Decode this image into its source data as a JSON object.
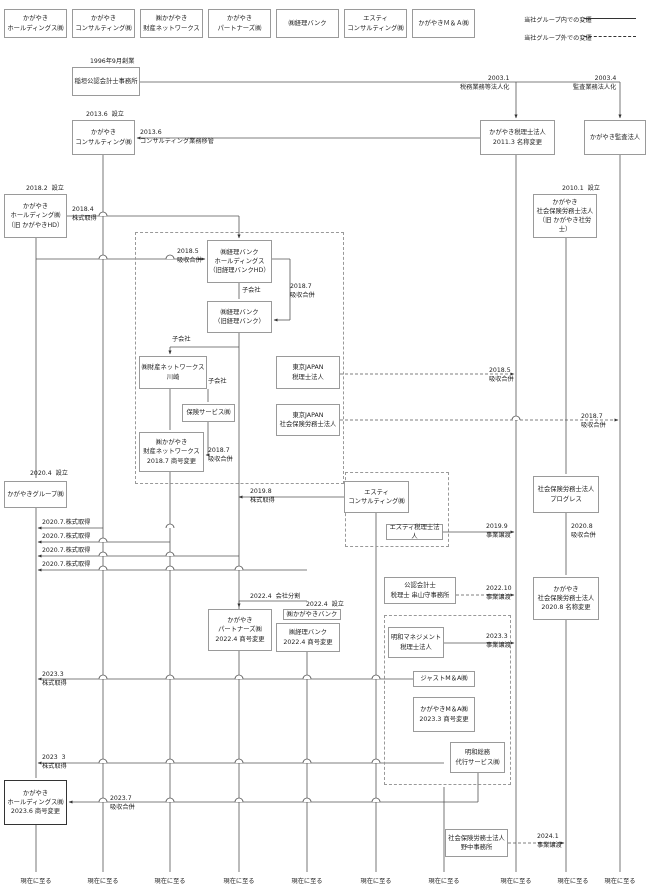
{
  "legend": {
    "inside_group": "当社グループ内での変遷",
    "outside_group": "当社グループ外での変遷"
  },
  "header_entities": [
    {
      "id": "h1",
      "text": "かがやき\nホールディングス㈱"
    },
    {
      "id": "h2",
      "text": "かがやき\nコンサルティング㈱"
    },
    {
      "id": "h3",
      "text": "㈱かがやき\n財産ネットワークス"
    },
    {
      "id": "h4",
      "text": "かがやき\nパートナーズ㈱"
    },
    {
      "id": "h5",
      "text": "㈱経理バンク"
    },
    {
      "id": "h6",
      "text": "エスティ\nコンサルティング㈱"
    },
    {
      "id": "h7",
      "text": "かがやきＭ＆Ａ㈱"
    }
  ],
  "boxes": [
    {
      "id": "b_inagaki",
      "text": "稲垣公認会計士事務所"
    },
    {
      "id": "b_consult",
      "text": "かがやき\nコンサルティング㈱"
    },
    {
      "id": "b_zeirishi",
      "text": "かがやき税理士法人\n2011.3  名称変更"
    },
    {
      "id": "b_kansa",
      "text": "かがやき監査法人"
    },
    {
      "id": "b_hd_old",
      "text": "かがやき\nホールディング㈱\n（旧 かがやきHD）"
    },
    {
      "id": "b_sharoushi",
      "text": "かがやき\n社会保険労務士法人\n（旧 かがやき社労士）"
    },
    {
      "id": "b_keiri_hd",
      "text": "㈱経理バンク\nホールディングス\n（旧経理バンクHD）"
    },
    {
      "id": "b_keiri_old",
      "text": "㈱経理バンク\n（旧経理バンク）"
    },
    {
      "id": "b_zaisan_kawasaki",
      "text": "㈱財産ネットワークス\n川崎"
    },
    {
      "id": "b_hoken",
      "text": "保険サービス㈱"
    },
    {
      "id": "b_zaisan_new",
      "text": "㈱かがやき\n財産ネットワークス\n2018.7  商号変更"
    },
    {
      "id": "b_tokyo_zei",
      "text": "東京JAPAN\n税理士法人"
    },
    {
      "id": "b_tokyo_sha",
      "text": "東京JAPAN\n社会保険労務士法人"
    },
    {
      "id": "b_group",
      "text": "かがやきグループ㈱"
    },
    {
      "id": "b_esty",
      "text": "エスティ\nコンサルティング㈱"
    },
    {
      "id": "b_esty_zei",
      "text": "エスティ税理士法人"
    },
    {
      "id": "b_progress",
      "text": "社会保険労務士法人\nプログレス"
    },
    {
      "id": "b_kouninkaikei",
      "text": "公認会計士\n税理士  串山守事務所"
    },
    {
      "id": "b_sharou_new",
      "text": "かがやき\n社会保険労務士法人\n2020.8  名称変更"
    },
    {
      "id": "b_partners",
      "text": "かがやき\nパートナーズ㈱\n2022.4  商号変更"
    },
    {
      "id": "b_keiri_kagayaki",
      "text": "㈱かがやきバンク"
    },
    {
      "id": "b_keiri_new",
      "text": "㈱経理バンク\n2022.4  商号変更"
    },
    {
      "id": "b_meiwa",
      "text": "明和マネジメント\n税理士法人"
    },
    {
      "id": "b_just",
      "text": "ジャストM＆A㈱"
    },
    {
      "id": "b_ma",
      "text": "かがやきM＆A㈱\n2023.3  商号変更"
    },
    {
      "id": "b_meiwa_kanri",
      "text": "明和総務\n代行サービス㈱"
    },
    {
      "id": "b_hd_new",
      "text": "かがやき\nホールディングス㈱\n2023.6  商号変更"
    },
    {
      "id": "b_nakayama",
      "text": "社会保険労務士法人\n野中事務所"
    }
  ],
  "labels": [
    {
      "id": "l1",
      "text": "1996年9月創業"
    },
    {
      "id": "l2",
      "text": "2003.1\n税務業務等法人化"
    },
    {
      "id": "l3",
      "text": "2003.4\n監査業務法人化"
    },
    {
      "id": "l4",
      "text": "2013.6  設立"
    },
    {
      "id": "l5",
      "text": "2013.6\nコンサルティング業務移管"
    },
    {
      "id": "l6",
      "text": "2018.2  設立"
    },
    {
      "id": "l7",
      "text": "2010.1  設立"
    },
    {
      "id": "l8",
      "text": "2018.4\n株式取得"
    },
    {
      "id": "l9",
      "text": "2018.5\n吸収合併"
    },
    {
      "id": "l10",
      "text": "子会社"
    },
    {
      "id": "l11",
      "text": "2018.7\n吸収合併"
    },
    {
      "id": "l12",
      "text": "子会社"
    },
    {
      "id": "l13",
      "text": "子会社"
    },
    {
      "id": "l14",
      "text": "2018.7\n吸収合併"
    },
    {
      "id": "l15",
      "text": "2018.5\n吸収合併"
    },
    {
      "id": "l16",
      "text": "2018.7\n吸収合併"
    },
    {
      "id": "l17",
      "text": "2020.4  設立"
    },
    {
      "id": "l18",
      "text": "2019.8\n株式取得"
    },
    {
      "id": "l19",
      "text": "2020.7.株式取得"
    },
    {
      "id": "l20",
      "text": "2020.7.株式取得"
    },
    {
      "id": "l21",
      "text": "2020.7.株式取得"
    },
    {
      "id": "l22",
      "text": "2020.7.株式取得"
    },
    {
      "id": "l23",
      "text": "2019.9\n事業譲渡"
    },
    {
      "id": "l24",
      "text": "2020.8\n吸収合併"
    },
    {
      "id": "l25",
      "text": "2022.10\n事業譲渡"
    },
    {
      "id": "l26",
      "text": "2022.4  会社分割"
    },
    {
      "id": "l27",
      "text": "2022.4  設立"
    },
    {
      "id": "l28",
      "text": "2023.3\n事業譲渡"
    },
    {
      "id": "l29",
      "text": "2023.3\n株式取得"
    },
    {
      "id": "l30",
      "text": "2023  3\n株式取得"
    },
    {
      "id": "l31",
      "text": "2023.7\n吸収合併"
    },
    {
      "id": "l32",
      "text": "2024.1\n事業譲渡"
    }
  ],
  "footer_label": "現在に至る"
}
